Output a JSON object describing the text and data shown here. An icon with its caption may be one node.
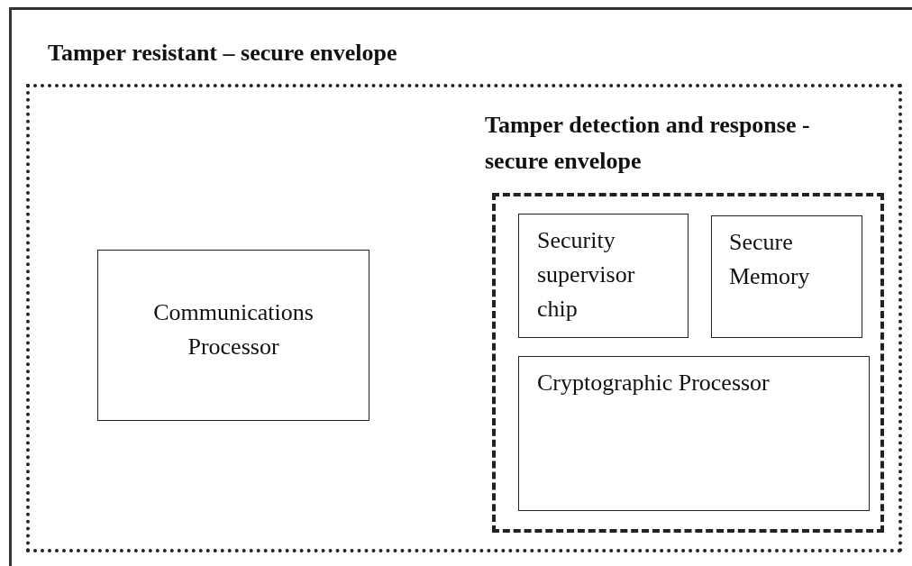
{
  "diagram": {
    "nodes": [
      {
        "text": [
          "Tamper resistant – secure envelope"
        ]
      },
      {
        "text": [],
        "shape": "box",
        "in": 0
      },
      {
        "text": [
          "Communications Processor"
        ],
        "in": 1
      },
      {
        "text": [
          "Tamper detection and response -secure envelope"
        ],
        "in": 1
      },
      {
        "text": [
          "Security supervisor chip"
        ],
        "in": 3
      },
      {
        "text": [
          "Secure Memory"
        ],
        "in": 3
      },
      {
        "text": [
          "Cryptographic Processor"
        ],
        "in": 3
      }
    ]
  }
}
